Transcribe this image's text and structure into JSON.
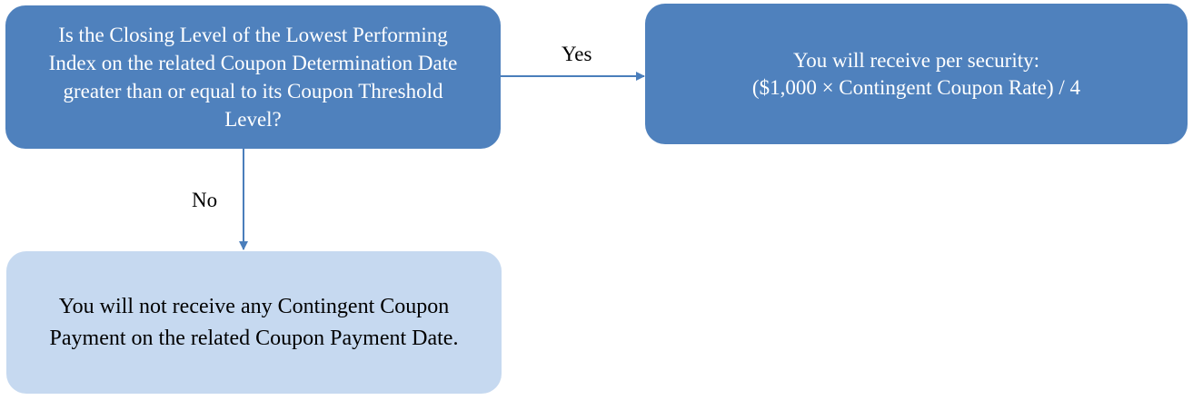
{
  "nodes": {
    "question": {
      "text": "Is the Closing Level of the Lowest Performing Index on the related Coupon Determination Date greater than or equal to its Coupon Threshold Level?"
    },
    "yes_outcome": {
      "line1": "You will receive per security:",
      "line2": "($1,000 × Contingent Coupon Rate) / 4"
    },
    "no_outcome": {
      "text": "You will not receive any Contingent Coupon Payment on the related Coupon Payment Date."
    }
  },
  "edges": {
    "yes_label": "Yes",
    "no_label": "No"
  },
  "colors": {
    "primary_box": "#4f81bd",
    "light_box": "#c6d9f0",
    "connector": "#4a7ebb"
  }
}
